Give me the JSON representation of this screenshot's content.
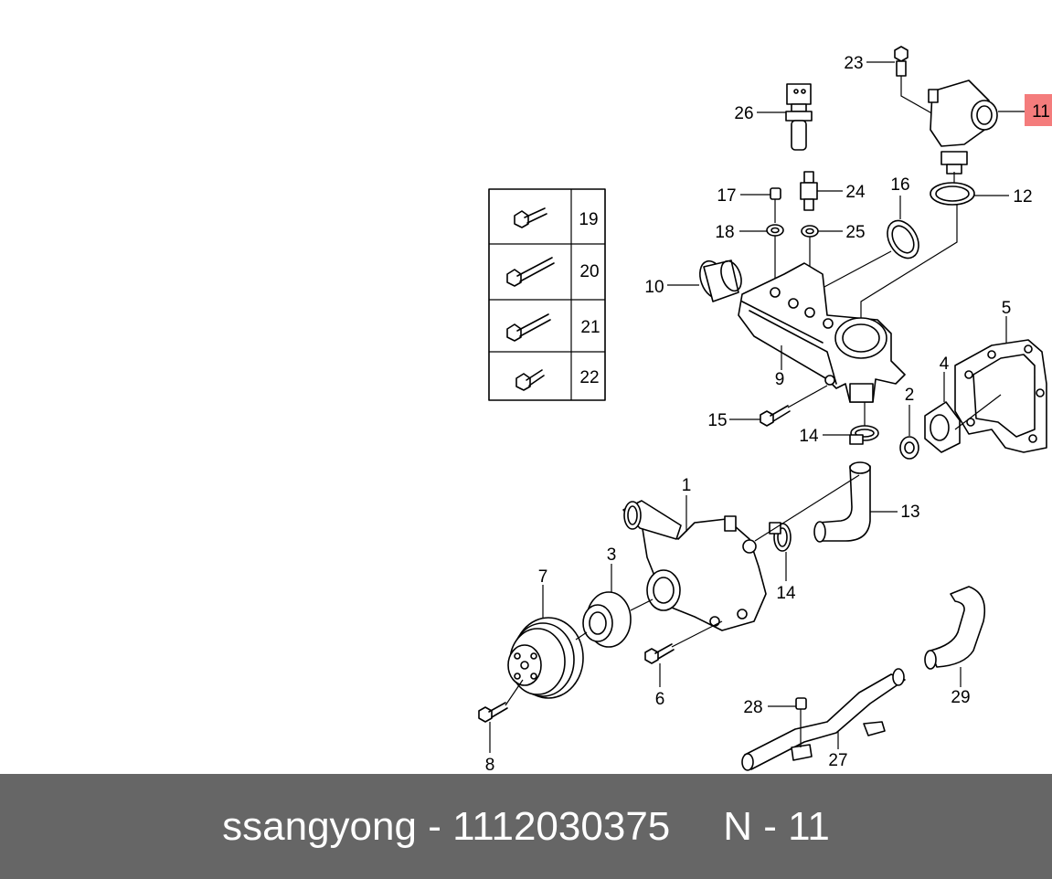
{
  "footer": {
    "brand": "ssangyong",
    "separator": " - ",
    "part_number": "1112030375",
    "ref_prefix": "N - ",
    "ref_number": "11"
  },
  "highlight": {
    "label": "11",
    "color": "#f47c7c"
  },
  "labels": {
    "p1": "1",
    "p2": "2",
    "p3": "3",
    "p4": "4",
    "p5": "5",
    "p6": "6",
    "p7": "7",
    "p8": "8",
    "p9": "9",
    "p10": "10",
    "p12": "12",
    "p13": "13",
    "p14a": "14",
    "p14b": "14",
    "p15": "15",
    "p16": "16",
    "p17": "17",
    "p18": "18",
    "p19": "19",
    "p20": "20",
    "p21": "21",
    "p22": "22",
    "p23": "23",
    "p24": "24",
    "p25": "25",
    "p26": "26",
    "p27": "27",
    "p28": "28",
    "p29": "29"
  }
}
